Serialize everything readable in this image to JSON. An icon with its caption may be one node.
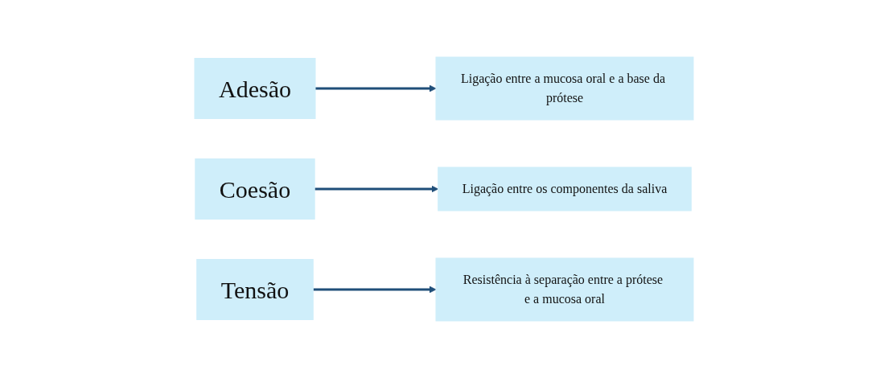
{
  "diagram": {
    "nodes": [
      {
        "text": [
          "Adesão"
        ]
      },
      {
        "text": [
          "Ligação entre a mucosa oral e a base da prótese"
        ]
      },
      {
        "text": [
          "Coesão"
        ]
      },
      {
        "text": [
          "Ligação entre os componentes da saliva"
        ]
      },
      {
        "text": [
          "Tensão"
        ]
      },
      {
        "text": [
          "Resistência à separação entre a prótese e a mucosa oral"
        ]
      }
    ],
    "edges": [
      {
        "from": 0,
        "to": 1,
        "arrow": "to"
      },
      {
        "from": 2,
        "to": 3,
        "arrow": "to"
      },
      {
        "from": 4,
        "to": 5,
        "arrow": "to"
      }
    ]
  }
}
